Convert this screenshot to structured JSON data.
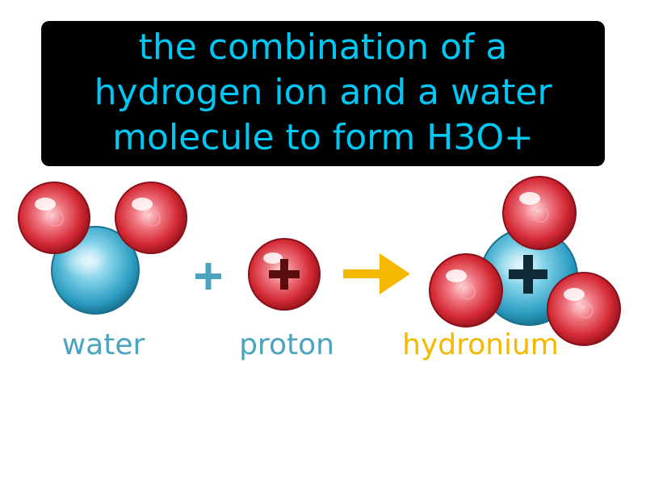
{
  "definition": {
    "lines": [
      "the combination of a",
      "hydrogen ion and a water",
      "molecule to form H3O+"
    ]
  },
  "labels": {
    "water": "water",
    "proton": "proton",
    "hydronium": "hydronium"
  },
  "symbols": {
    "plus_operator": "+",
    "proton_charge": "+",
    "hydronium_charge": "+"
  },
  "colors": {
    "definition_text": "#00c8f5",
    "definition_background": "#000000",
    "reactant_label": "#4aa3bf",
    "product_label": "#f5b800",
    "arrow": "#f5b800",
    "oxygen_atom": "#2a9cc0",
    "hydrogen_atom": "#d42a35",
    "proton_charge": "#5a0d0d",
    "hydronium_charge": "#0d2a36"
  },
  "icons": {
    "reaction_arrow": "right-arrow-icon",
    "plus": "plus-icon"
  }
}
